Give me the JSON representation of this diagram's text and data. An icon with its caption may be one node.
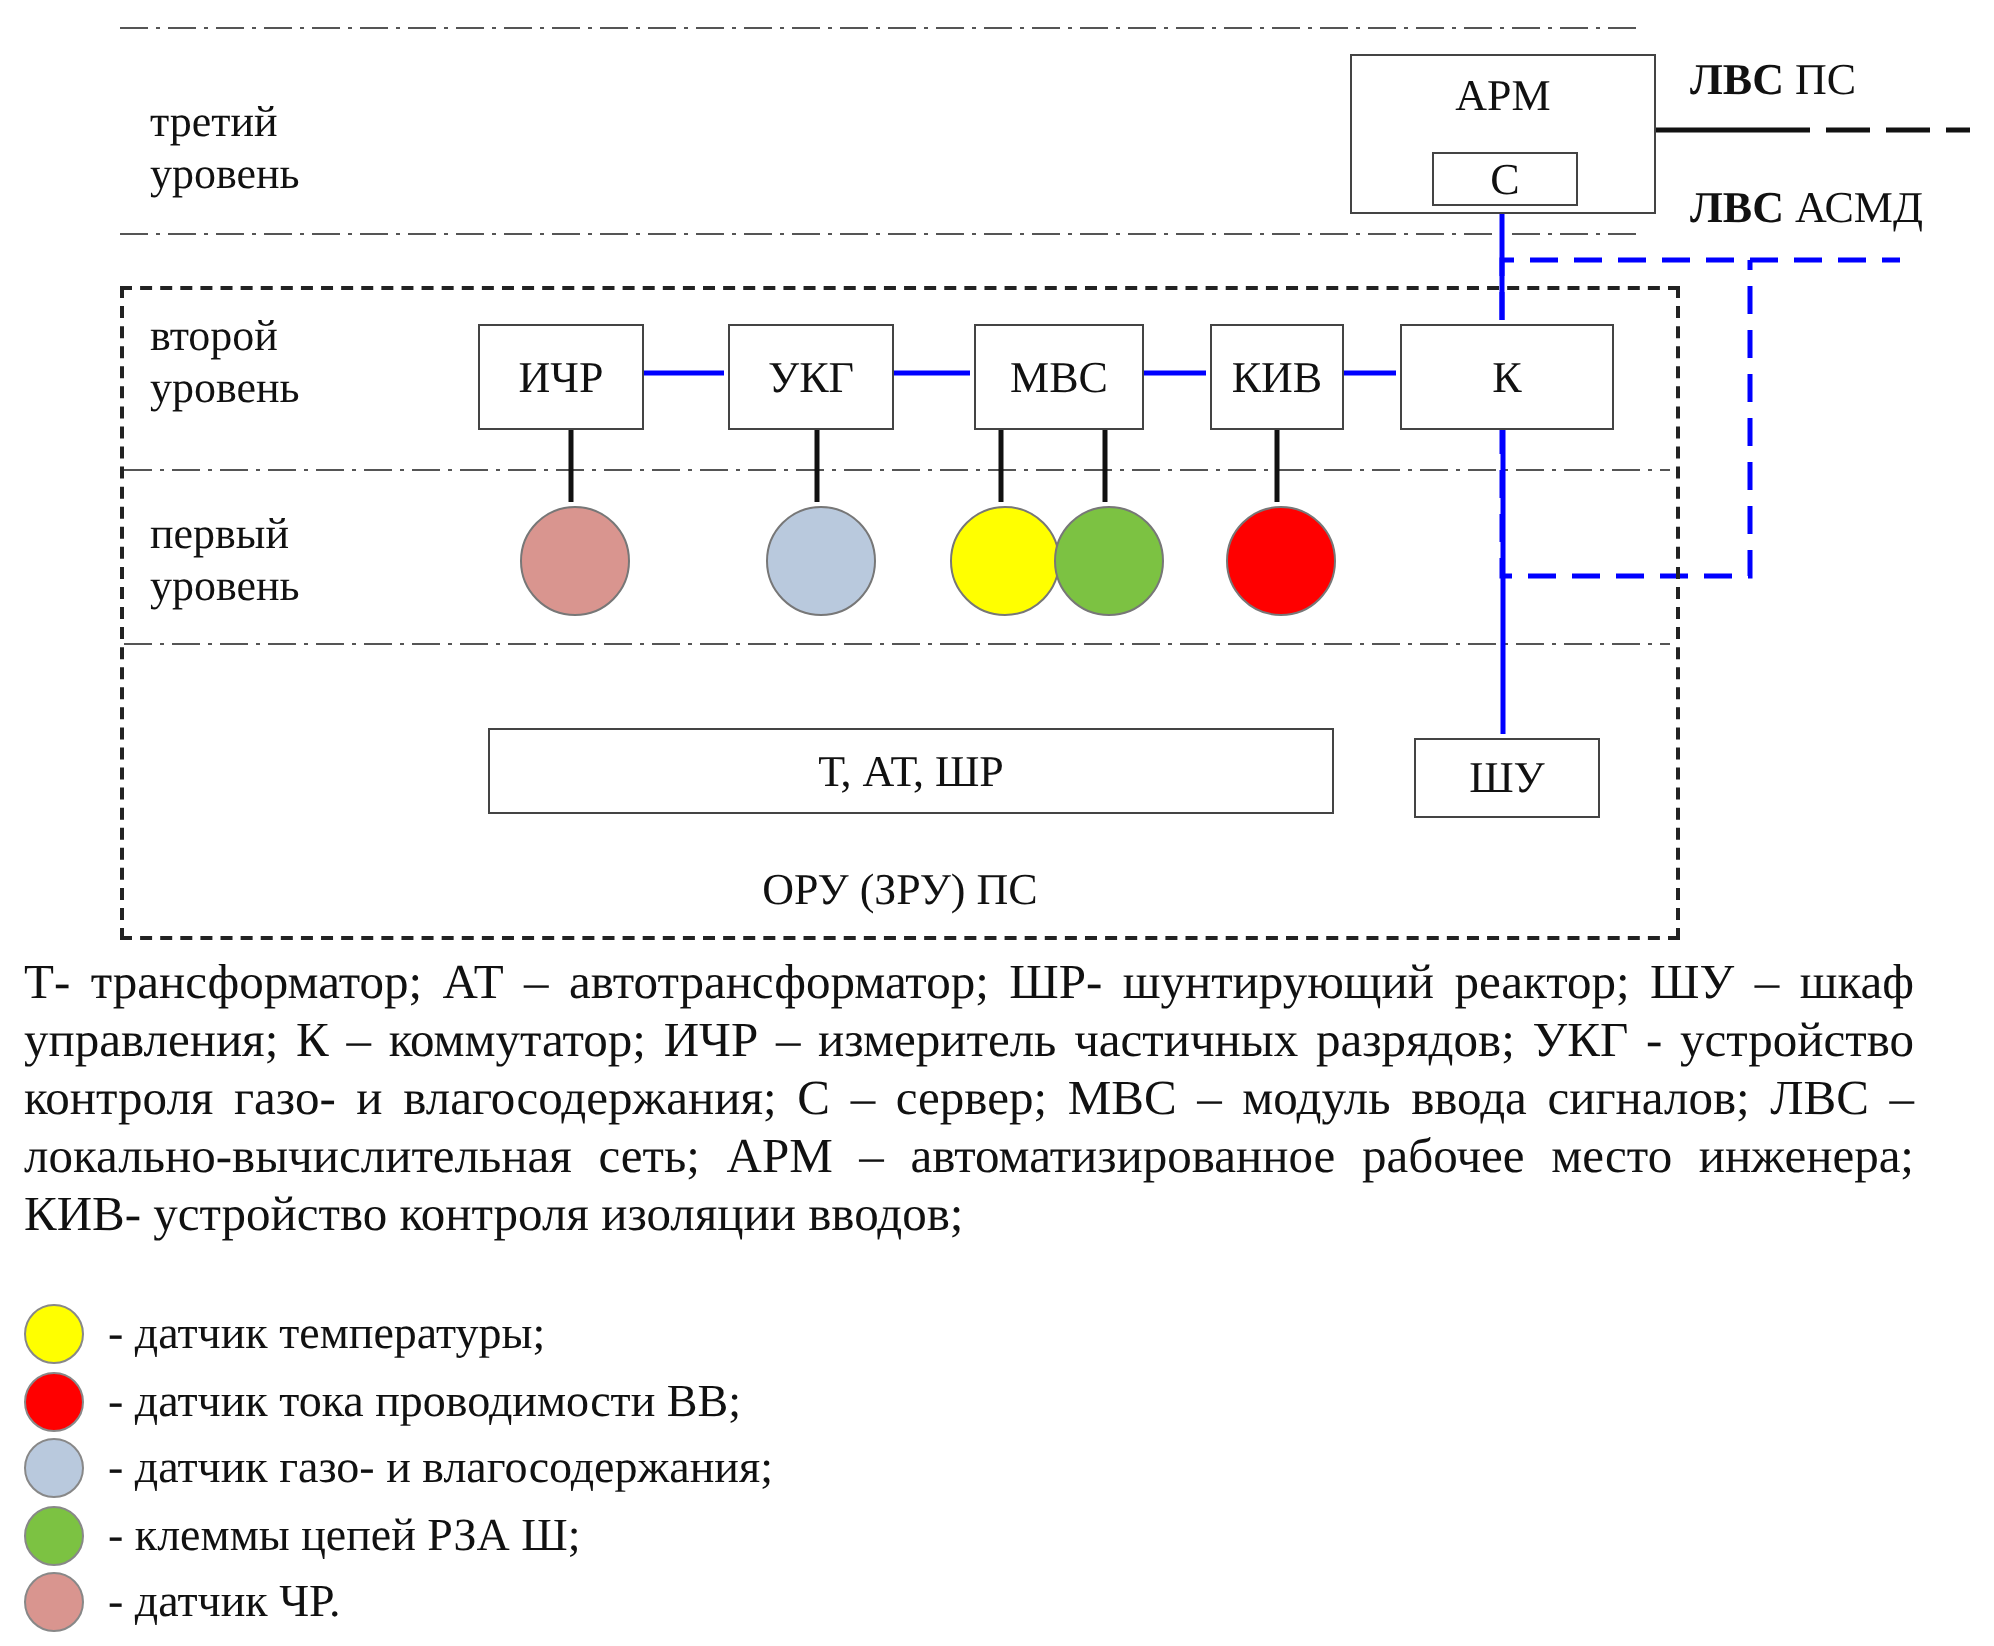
{
  "diagram": {
    "nodes": [
      {
        "text": [
          "ОРУ (ЗРУ) ПС"
        ]
      },
      {
        "text": [
          "АРМ"
        ]
      },
      {
        "text": [
          "С"
        ],
        "in": 1
      },
      {
        "text": [
          "ИЧР"
        ],
        "in": 0
      },
      {
        "text": [
          "УКГ"
        ],
        "in": 0
      },
      {
        "text": [
          "МВС"
        ],
        "in": 0
      },
      {
        "text": [
          "КИВ"
        ],
        "in": 0
      },
      {
        "text": [
          "К"
        ],
        "in": 0
      },
      {
        "text": [],
        "shape": "circle",
        "in": 0
      },
      {
        "text": [],
        "shape": "circle",
        "in": 0
      },
      {
        "text": [],
        "shape": "circle",
        "in": 0
      },
      {
        "text": [],
        "shape": "circle",
        "in": 0
      },
      {
        "text": [],
        "shape": "circle",
        "in": 0
      },
      {
        "text": [
          "Т, АТ, ШР"
        ],
        "in": 0
      },
      {
        "text": [
          "ШУ"
        ],
        "in": 0
      }
    ],
    "edges": [
      {
        "from": 3,
        "to": 4,
        "arrow": "none"
      },
      {
        "from": 4,
        "to": 5,
        "arrow": "none"
      },
      {
        "from": 5,
        "to": 6,
        "arrow": "none"
      },
      {
        "from": 6,
        "to": 7,
        "arrow": "none"
      },
      {
        "from": 2,
        "to": 7,
        "arrow": "none"
      },
      {
        "from": 7,
        "to": 14,
        "arrow": "none"
      },
      {
        "from": 3,
        "to": 8,
        "arrow": "none",
        "color": "#111111"
      },
      {
        "from": 4,
        "to": 9,
        "arrow": "none",
        "color": "#111111"
      },
      {
        "from": 5,
        "to": 10,
        "arrow": "none",
        "color": "#111111"
      },
      {
        "from": 5,
        "to": 11,
        "arrow": "none",
        "color": "#111111"
      },
      {
        "from": 6,
        "to": 12,
        "arrow": "none",
        "color": "#111111"
      },
      {
        "from": 1,
        "to": null,
        "arrow": "none",
        "label": "**ЛВС** ПС",
        "style": "dashed",
        "color": "#111111"
      },
      {
        "from": 7,
        "to": null,
        "arrow": "none",
        "label": "**ЛВС** АСМД",
        "style": "dashed"
      },
      {
        "from": 7,
        "to": null,
        "arrow": "none",
        "style": "dashed"
      }
    ],
    "labels": [
      "третий уровень",
      "второй уровень",
      "первый уровень",
      "Т- трансформатор; АТ – автотрансформатор; ШР- шунтирующий реактор; ШУ – шкаф управления; К – коммутатор; ИЧР – измеритель частичных разрядов; УКГ - устройство контроля газо- и влагосодержания; С – сервер; МВС – модуль ввода сигналов; ЛВС – локально-вычислительная сеть; АРМ – автоматизированное рабочее место инженера; КИВ- устройство контроля изоляции вводов;"
    ],
    "legend": [
      {
        "text": "- датчик температуры;",
        "color": "#ffff00"
      },
      {
        "text": "- датчик тока проводимости ВВ;",
        "color": "#ff0000"
      },
      {
        "text": "- датчик газо- и влагосодержания;",
        "color": "#b9c9dd"
      },
      {
        "text": "- клеммы цепей РЗА Ш;",
        "color": "#7cc242"
      },
      {
        "text": "- датчик ЧР.",
        "color": "#d9958f"
      }
    ]
  }
}
